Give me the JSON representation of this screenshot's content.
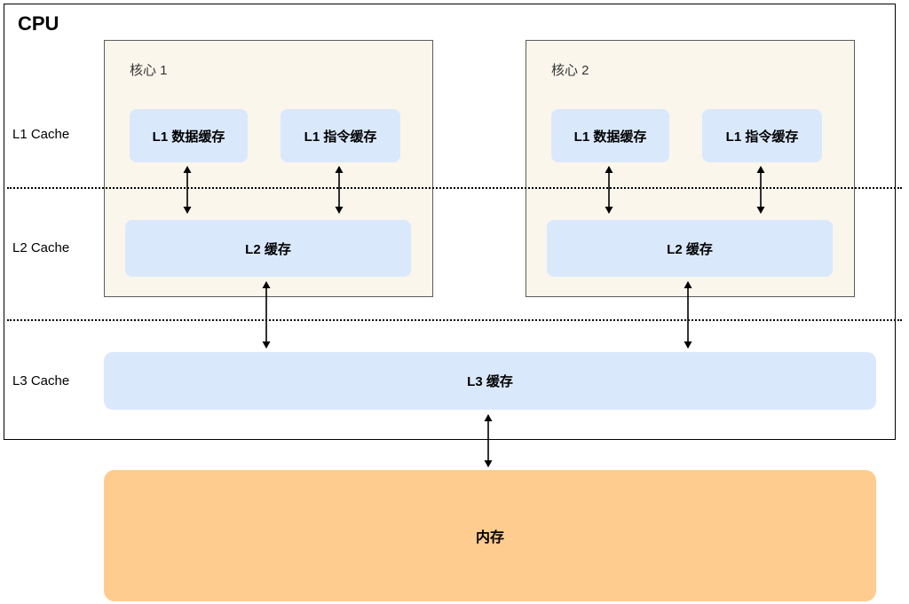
{
  "diagram": {
    "cpu_label": "CPU",
    "level_labels": {
      "l1": "L1 Cache",
      "l2": "L2 Cache",
      "l3": "L3 Cache"
    },
    "cores": [
      {
        "label": "核心 1",
        "l1_data": "L1 数据缓存",
        "l1_instr": "L1 指令缓存",
        "l2": "L2 缓存"
      },
      {
        "label": "核心 2",
        "l1_data": "L1 数据缓存",
        "l1_instr": "L1 指令缓存",
        "l2": "L2 缓存"
      }
    ],
    "l3_label": "L3 缓存",
    "memory_label": "内存",
    "colors": {
      "cache_fill": "#dae8fc",
      "core_fill": "#faf6ec",
      "memory_fill": "#ffcc8f",
      "border": "#000000"
    },
    "edges": [
      "core1-l1-data <-> core1-l2",
      "core1-l1-instr <-> core1-l2",
      "core2-l1-data <-> core2-l2",
      "core2-l1-instr <-> core2-l2",
      "core1-l2 <-> l3",
      "core2-l2 <-> l3",
      "l3 <-> memory"
    ]
  }
}
